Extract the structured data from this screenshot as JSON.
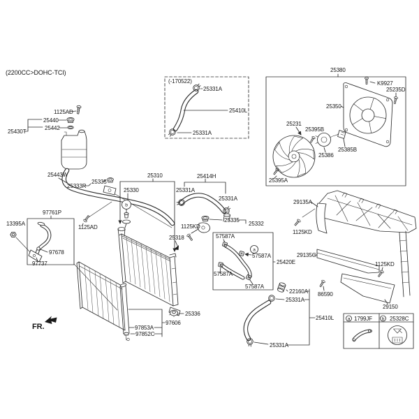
{
  "engine_variant": "(2200CC>DOHC-TCI)",
  "fr_label": "FR.",
  "colors": {
    "line": "#2b2b2b",
    "background": "#ffffff"
  },
  "reservoir_group": {
    "bolt": "1125AD",
    "cap": "25440",
    "gasket": "25442",
    "tank_assy": "25430T",
    "hose": "25443W",
    "bracket": "25333R",
    "cap2": "25335"
  },
  "early_hose_box": {
    "date_note": "(-170522)",
    "clamp_top": "25331A",
    "hose": "25410L",
    "clamp_bottom": "25331A"
  },
  "fan_group": {
    "assy": "25380",
    "bolt": "K9927",
    "bracket": "25235D",
    "shroud": "25350",
    "blade": "25231",
    "bolt2": "25395B",
    "motor": "25386",
    "connector": "25385B",
    "bolt3": "25395A"
  },
  "radiator_group": {
    "radiator": "25310",
    "cap": "25330",
    "cap_ref": "b",
    "drain": "25318",
    "bolt": "1125KD",
    "overflow_cap": "25335",
    "overflow_tube": "25332"
  },
  "upper_hose_group": {
    "assy": "25414H",
    "clamp_left": "25331A",
    "clamp_right": "25331A"
  },
  "degas_hose_group": {
    "ref": "a",
    "clip1": "57587A",
    "clip2": "57587A",
    "clip3": "57587A",
    "clip4": "57587A",
    "assy": "25420E"
  },
  "lower_hose_group": {
    "fitting": "22160A",
    "clamp_top": "25331A",
    "hose": "25410L",
    "clamp_bottom": "25331A"
  },
  "carrier_group": {
    "guard_upper": "29135A",
    "bolt_left": "1125KD",
    "guard_lower": "29135G",
    "bolt_right": "1125KD",
    "bolt_shield": "86590",
    "shield": "29150"
  },
  "condenser_group": {
    "nut": "13395A",
    "pipe_bracket": "97761P",
    "bolt": "1125AD",
    "screw": "97678",
    "bracket": "97737",
    "drier_bolt": "97853A",
    "drier_clip": "97852C",
    "drier": "97606",
    "grommet": "25336"
  },
  "legend": {
    "a_ref": "a",
    "a_part": "1799JF",
    "b_ref": "b",
    "b_part": "25328C"
  }
}
